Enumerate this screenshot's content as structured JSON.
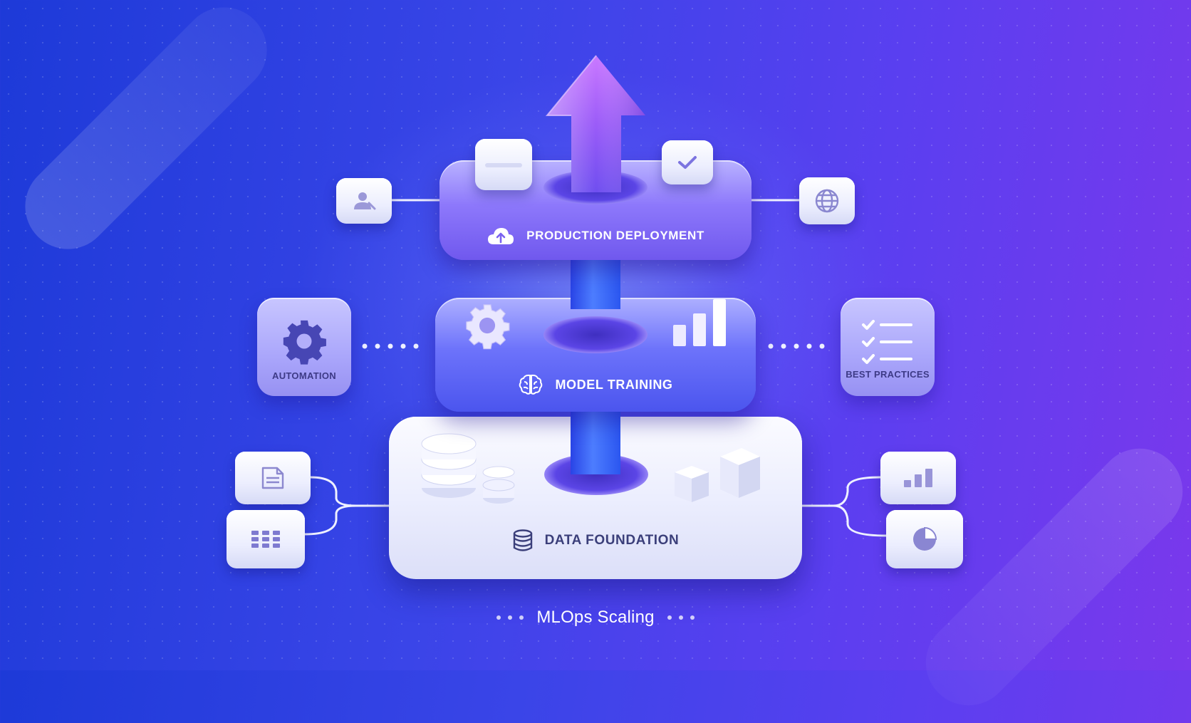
{
  "layers": {
    "production": {
      "label": "PRODUCTION DEPLOYMENT",
      "icon": "cloud-upload-icon"
    },
    "model": {
      "label": "MODEL TRAINING",
      "icon": "brain-icon"
    },
    "data": {
      "label": "DATA FOUNDATION",
      "icon": "database-icon"
    }
  },
  "side_tiles": {
    "automation": {
      "label": "AUTOMATION",
      "icon": "gear-icon"
    },
    "best_practices": {
      "label": "BEST PRACTICES",
      "icon": "checklist-icon"
    }
  },
  "connector_icons": [
    "user-icon",
    "globe-icon",
    "document-icon",
    "grid-icon",
    "bar-chart-icon",
    "pie-chart-icon"
  ],
  "footer": {
    "title": "MLOps Scaling"
  },
  "colors": {
    "background_start": "#1d3ad8",
    "background_end": "#7a38ec",
    "production_layer": "#8d78fb",
    "model_layer": "#6d73fb",
    "data_layer": "#eceefe",
    "pillar": "#4d7dff"
  }
}
